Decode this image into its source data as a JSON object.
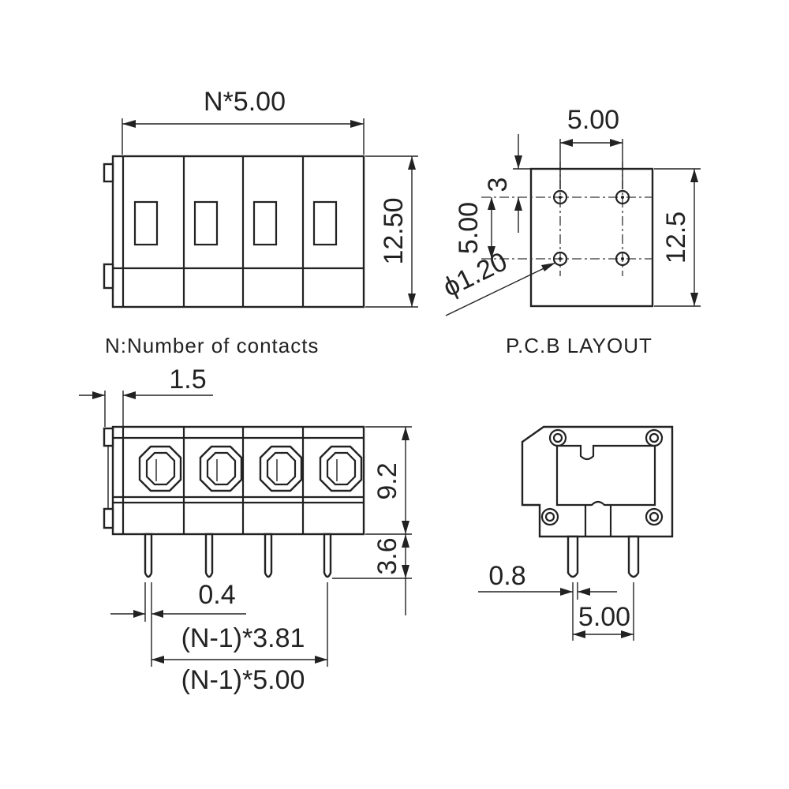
{
  "front_view": {
    "width_dim": "N*5.00",
    "height_dim": "12.50",
    "caption": "N:Number of contacts"
  },
  "pcb_layout": {
    "pitch_dim": "5.00",
    "offset_dim": "3",
    "row_spacing_dim": "5.00",
    "height_dim": "12.5",
    "hole_dim": "ϕ1.20",
    "caption": "P.C.B LAYOUT"
  },
  "side_view": {
    "edge_dim": "1.5",
    "body_height_dim": "9.2",
    "pin_length_dim": "3.6",
    "pin_width_dim": "0.4",
    "pitch_381_dim": "(N-1)*3.81",
    "pitch_500_dim": "(N-1)*5.00"
  },
  "end_view": {
    "pin_dim": "0.8",
    "pitch_dim": "5.00"
  }
}
